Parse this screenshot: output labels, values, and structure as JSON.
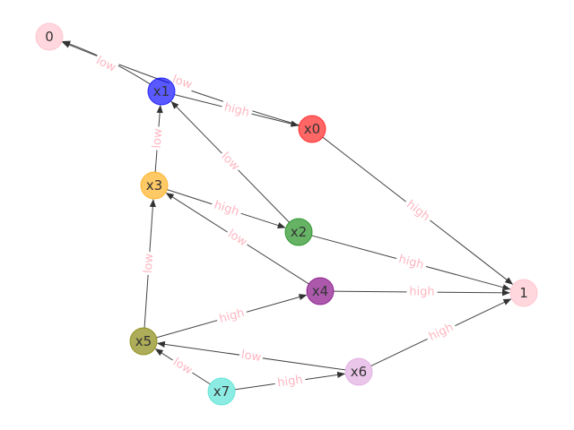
{
  "nodes": [
    {
      "id": "n0",
      "label": "0",
      "color": "#ffb6c1",
      "opacity": 0.55
    },
    {
      "id": "x1",
      "label": "x1",
      "color": "#0000ff",
      "opacity": 0.65
    },
    {
      "id": "x0",
      "label": "x0",
      "color": "#ff0000",
      "opacity": 0.6
    },
    {
      "id": "x3",
      "label": "x3",
      "color": "#ffa500",
      "opacity": 0.6
    },
    {
      "id": "x2",
      "label": "x2",
      "color": "#008000",
      "opacity": 0.6
    },
    {
      "id": "x4",
      "label": "x4",
      "color": "#800080",
      "opacity": 0.65
    },
    {
      "id": "n1",
      "label": "1",
      "color": "#ffb6c1",
      "opacity": 0.55
    },
    {
      "id": "x5",
      "label": "x5",
      "color": "#808000",
      "opacity": 0.65
    },
    {
      "id": "x6",
      "label": "x6",
      "color": "#dda0dd",
      "opacity": 0.6
    },
    {
      "id": "x7",
      "label": "x7",
      "color": "#40e0d0",
      "opacity": 0.6
    }
  ],
  "edges": [
    {
      "from": "x1",
      "to": "n0",
      "label": "low",
      "path": "curve-right"
    },
    {
      "from": "x0",
      "to": "n0",
      "label": "low",
      "path": "curve-left"
    },
    {
      "from": "x1",
      "to": "x0",
      "label": "high",
      "path": "straight"
    },
    {
      "from": "x3",
      "to": "x1",
      "label": "low",
      "path": "straight"
    },
    {
      "from": "x2",
      "to": "x1",
      "label": "low",
      "path": "straight"
    },
    {
      "from": "x3",
      "to": "x2",
      "label": "high",
      "path": "straight"
    },
    {
      "from": "x0",
      "to": "n1",
      "label": "high",
      "path": "straight"
    },
    {
      "from": "x2",
      "to": "n1",
      "label": "high",
      "path": "straight"
    },
    {
      "from": "x4",
      "to": "x3",
      "label": "low",
      "path": "straight"
    },
    {
      "from": "x4",
      "to": "n1",
      "label": "high",
      "path": "straight"
    },
    {
      "from": "x5",
      "to": "x3",
      "label": "low",
      "path": "straight"
    },
    {
      "from": "x5",
      "to": "x4",
      "label": "high",
      "path": "straight"
    },
    {
      "from": "x6",
      "to": "x5",
      "label": "low",
      "path": "straight"
    },
    {
      "from": "x6",
      "to": "n1",
      "label": "high",
      "path": "straight"
    },
    {
      "from": "x7",
      "to": "x5",
      "label": "low",
      "path": "straight"
    },
    {
      "from": "x7",
      "to": "x6",
      "label": "high",
      "path": "straight"
    }
  ]
}
